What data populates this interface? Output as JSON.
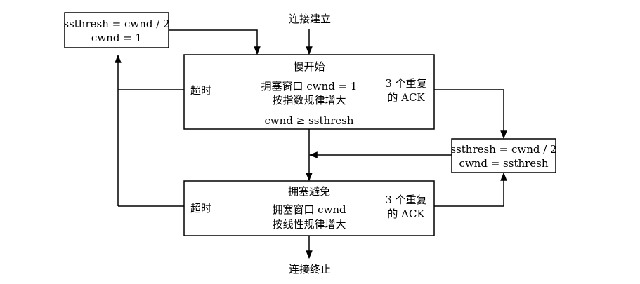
{
  "diagram": {
    "start_label": "连接建立",
    "end_label": "连接终止",
    "slow_start": {
      "title": "慢开始",
      "desc_line1": "拥塞窗口 cwnd = 1",
      "desc_line2": "按指数规律增大",
      "condition": "cwnd ≥ ssthresh",
      "timeout_label": "超时",
      "dup_ack_line1": "3 个重复",
      "dup_ack_line2": "的 ACK"
    },
    "congestion_avoidance": {
      "title": "拥塞避免",
      "desc_line1": "拥塞窗口 cwnd",
      "desc_line2": "按线性规律增大",
      "timeout_label": "超时",
      "dup_ack_line1": "3 个重复",
      "dup_ack_line2": "的 ACK"
    },
    "timeout_box": {
      "line1": "ssthresh = cwnd / 2",
      "line2": "cwnd = 1"
    },
    "dup_ack_box": {
      "line1": "ssthresh = cwnd / 2",
      "line2": "cwnd = ssthresh"
    }
  }
}
